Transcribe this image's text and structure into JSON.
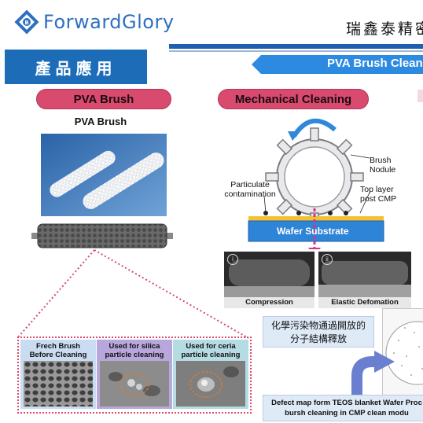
{
  "header": {
    "brand": "ForwardGlory",
    "company_name": "瑞鑫泰精密",
    "brand_color": "#2f6fc0"
  },
  "section_tag": "產品應用",
  "banner": {
    "text": "PVA Brush Clean"
  },
  "left": {
    "pill": "PVA Brush",
    "caption": "PVA Brush",
    "panels": [
      {
        "title_line1": "Frech Brush",
        "title_line2": "Before Cleaning"
      },
      {
        "title_line1": "Used for silica",
        "title_line2": "particle cleaning"
      },
      {
        "title_line1": "Used for ceria",
        "title_line2": "particle cleaning"
      }
    ]
  },
  "right": {
    "pill": "Mechanical Cleaning",
    "labels": {
      "brush_line1": "Brush",
      "brush_line2": "Nodule",
      "particulate_line1": "Particulate",
      "particulate_line2": "contamination",
      "toplayer_line1": "Top layer",
      "toplayer_line2": "post  CMP",
      "substrate": "Wafer Substrate"
    },
    "photos": [
      {
        "tag": "i",
        "caption": "Compression"
      },
      {
        "tag": "ii",
        "caption": "Elastic Defomation"
      }
    ],
    "chem_note_line1": "化學污染物通過開放的",
    "chem_note_line2": "分子結構釋放",
    "defect_line1": "Defect map form TEOS blanket Wafer Proc",
    "defect_line2": "bursh cleaning in CMP clean modu"
  },
  "colors": {
    "accent_pink": "#d94a6f",
    "banner_blue": "#1d6cb8"
  }
}
